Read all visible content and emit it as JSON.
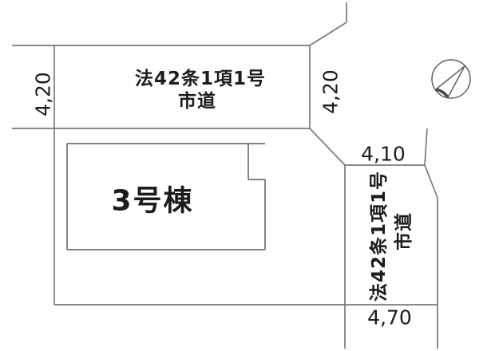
{
  "plan": {
    "type": "site-plan-drawing",
    "background_color": "#ffffff",
    "boundary_line_color": "#7a7a7a",
    "building_line_color": "#6f6f6f",
    "text_color": "#1c1c1c",
    "building": {
      "label": "3号棟"
    },
    "top_road": {
      "label_line1": "法42条1項1号",
      "label_line2": "市道",
      "width_dim_left": "4,20",
      "width_dim_right": "4,20"
    },
    "right_road": {
      "label_line1": "法42条1項1号",
      "label_line2": "市道",
      "width_dim_upper": "4,10",
      "width_dim_lower": "4,70"
    },
    "compass": {
      "icon": "north-arrow"
    }
  }
}
